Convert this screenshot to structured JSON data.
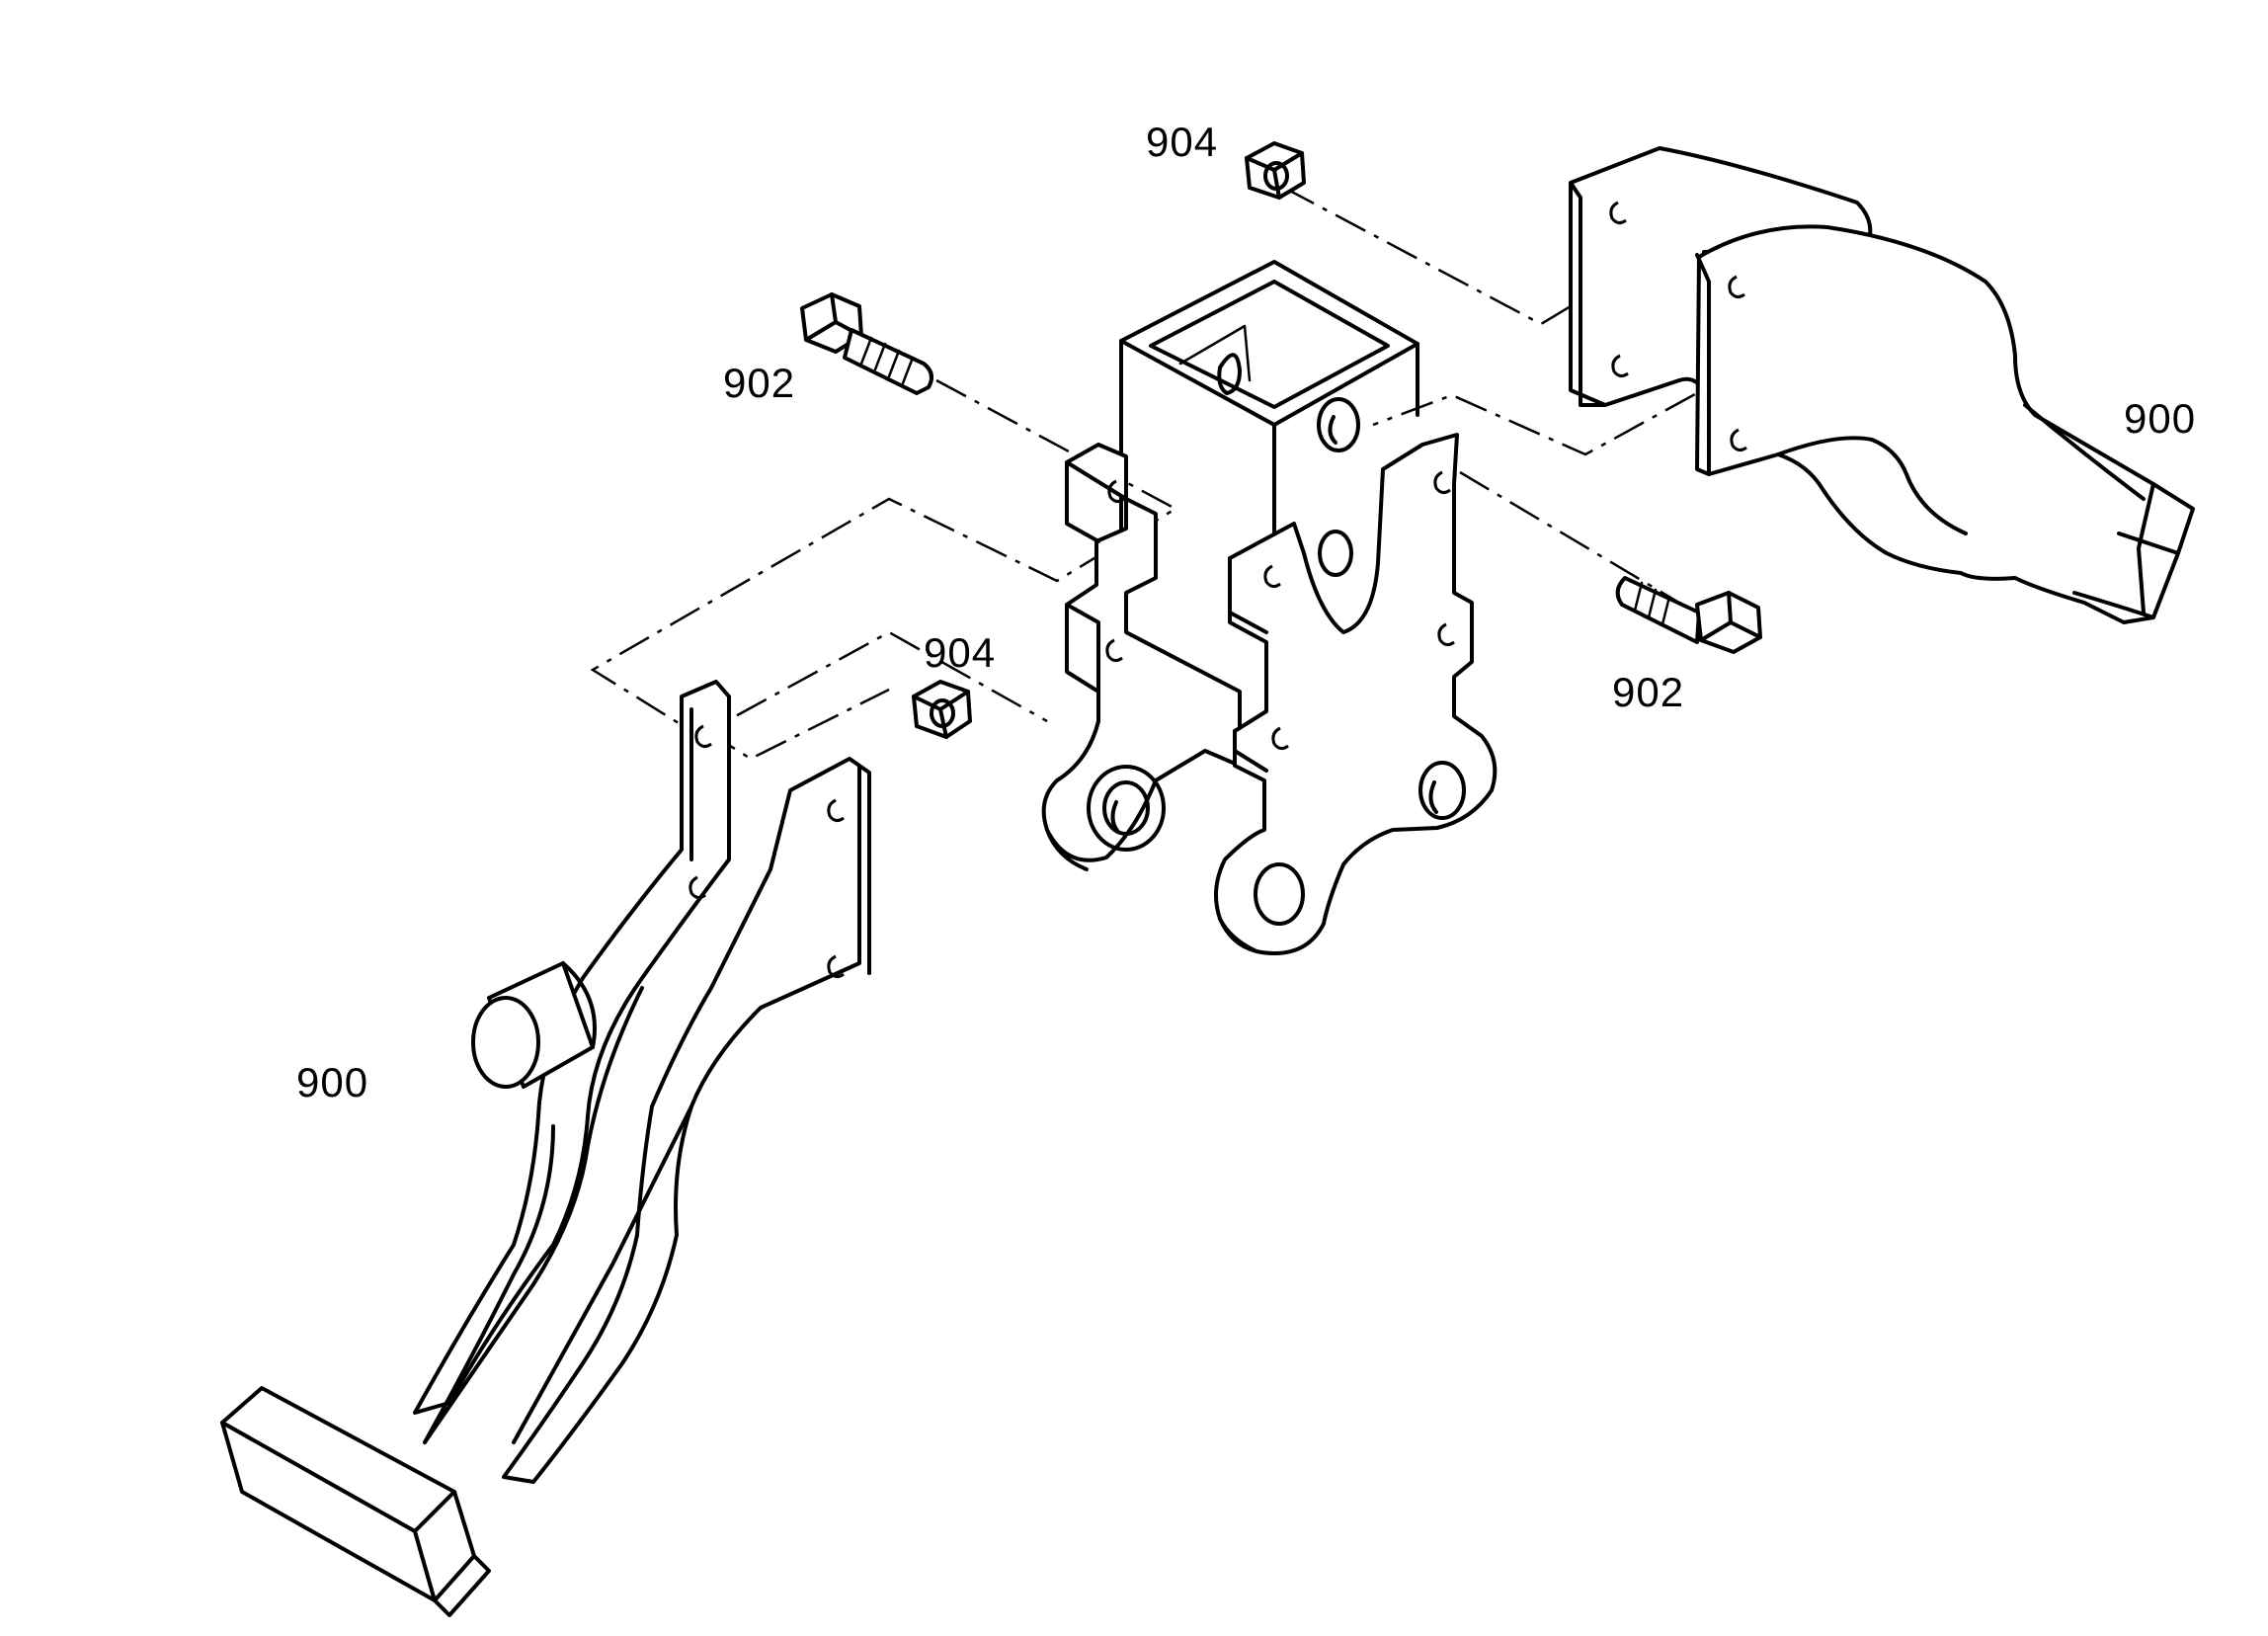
{
  "labels": {
    "nut_top": "904",
    "bolt_left": "902",
    "bracket_right": "900",
    "nut_left": "904",
    "bolt_right": "902",
    "bracket_left": "900"
  }
}
